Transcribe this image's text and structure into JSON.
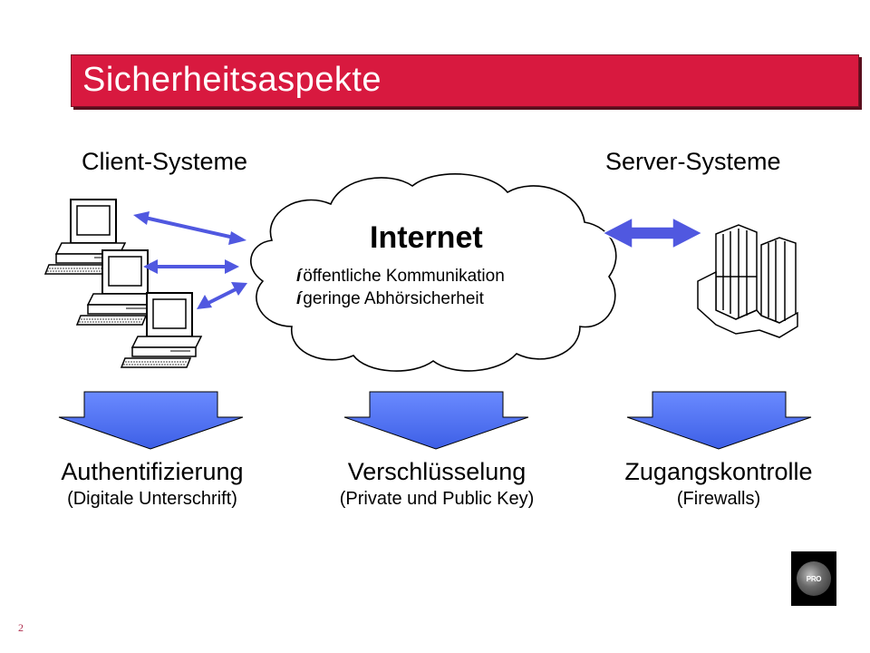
{
  "slide": {
    "title": "Sicherheitsaspekte",
    "page_number": "2"
  },
  "headings": {
    "client": "Client-Systeme",
    "server": "Server-Systeme"
  },
  "cloud": {
    "title": "Internet",
    "bullet_glyph": "í",
    "bullets": [
      "öffentliche Kommunikation",
      "geringe Abhörsicherheit"
    ]
  },
  "labels": [
    {
      "main": "Authentifizierung",
      "sub": "(Digitale Unterschrift)"
    },
    {
      "main": "Verschlüsselung",
      "sub": "(Private und Public Key)"
    },
    {
      "main": "Zugangskontrolle",
      "sub": "(Firewalls)"
    }
  ],
  "logo": {
    "text": "PRO"
  },
  "colors": {
    "title_bar": "#d8193f",
    "arrow_blue": "#5058e0",
    "down_arrow_fill": "#6b8cff"
  },
  "icons": {
    "client": "desktop-computer-icon",
    "server": "mainframe-server-icon"
  }
}
